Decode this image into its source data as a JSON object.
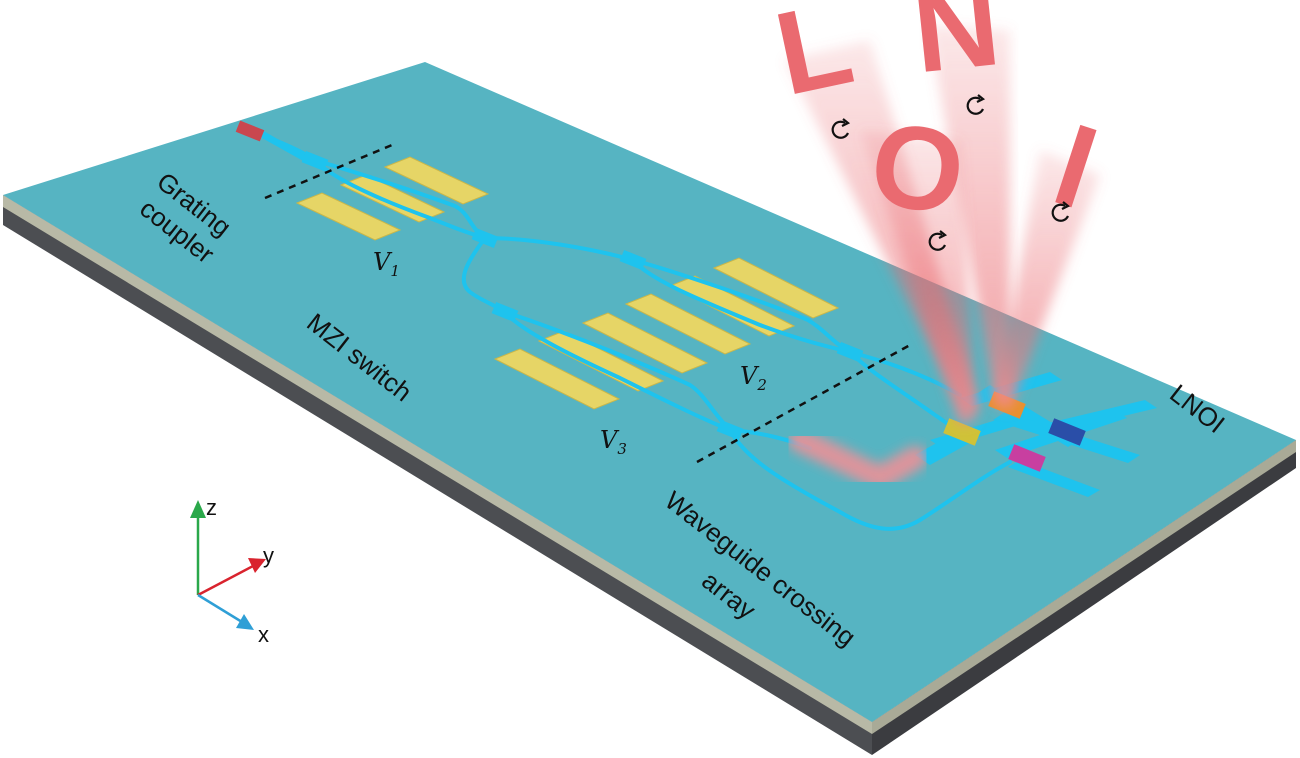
{
  "labels": {
    "grating_line1": "Grating",
    "grating_line2": "coupler",
    "v1": "V",
    "v1_sub": "1",
    "v2": "V",
    "v2_sub": "2",
    "v3": "V",
    "v3_sub": "3",
    "mzi": "MZI switch",
    "wca_line1": "Waveguide crossing",
    "wca_line2": "array",
    "lnoi": "LNOI"
  },
  "beam_letters": [
    "L",
    "N",
    "O",
    "I"
  ],
  "axes": {
    "z": "z",
    "y": "y",
    "x": "x"
  },
  "colors": {
    "substrate_top": "#56b4c2",
    "substrate_side": "#4d4f53",
    "waveguide": "#1ec3ee",
    "electrode": "#e6d566",
    "beam": "#ea6a70",
    "axis_z": "#2aa84a",
    "axis_y": "#d9232e",
    "axis_x": "#2f9fd6"
  },
  "icons": [
    "circular-polarization-icon"
  ]
}
